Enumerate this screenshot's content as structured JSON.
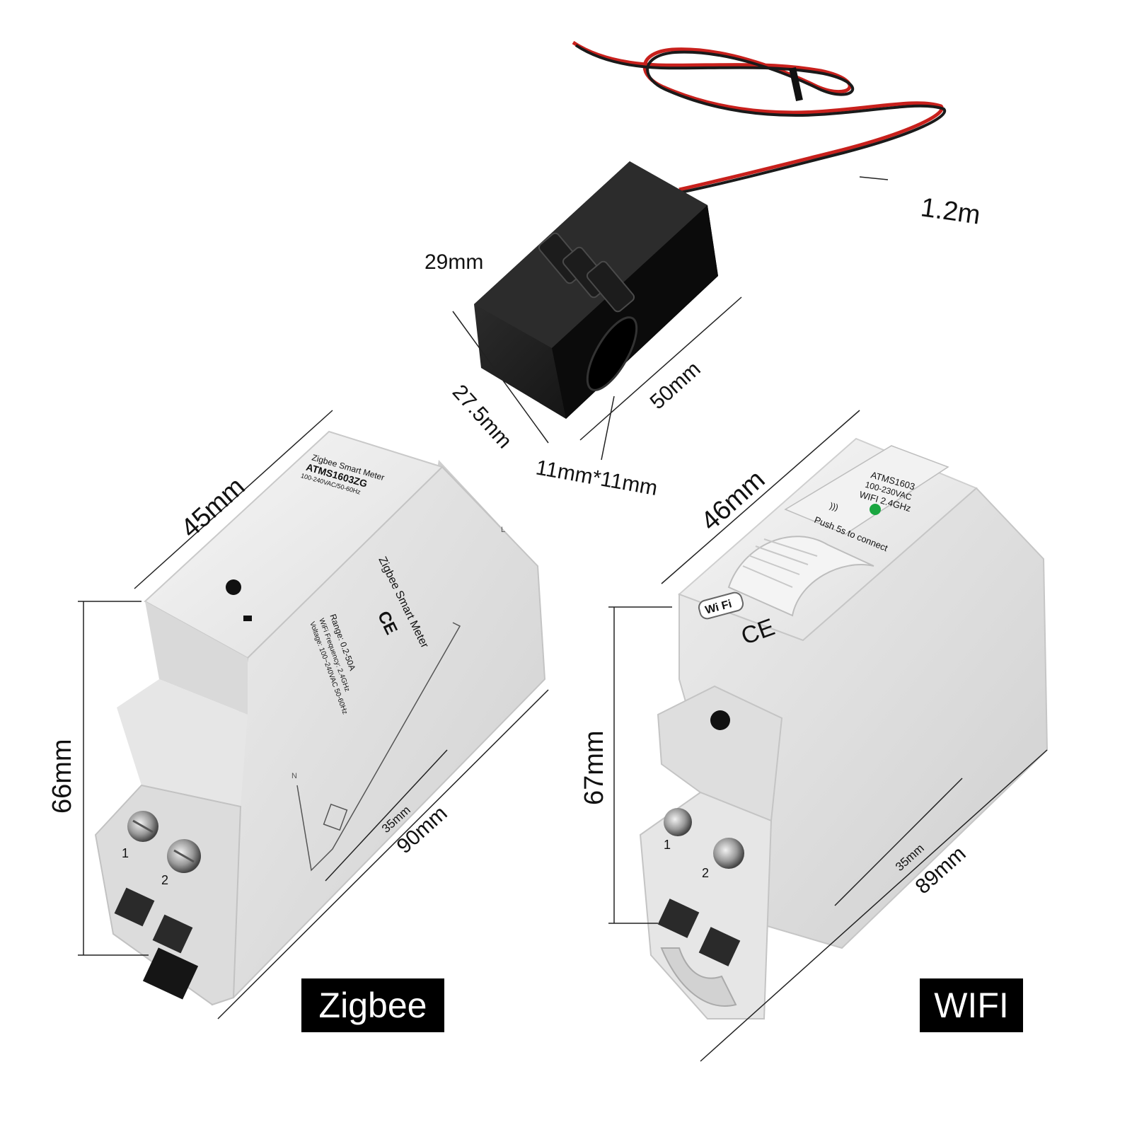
{
  "ct_sensor": {
    "cable_length": "1.2m",
    "height": "29mm",
    "depth": "27.5mm",
    "width": "50mm",
    "aperture": "11mm*11mm",
    "colors": {
      "body": "#121212",
      "wire_red": "#c8201c",
      "wire_black": "#1a1a1a"
    }
  },
  "zigbee_meter": {
    "badge": "Zigbee",
    "width": "45mm",
    "height": "66mm",
    "length": "90mm",
    "rail": "35mm",
    "label_top": {
      "title": "Zigbee Smart Meter",
      "model": "ATMS1603ZG",
      "rating": "100-240VAC/50-60Hz"
    },
    "label_front": {
      "title": "Zigbee Smart Meter",
      "voltage": "Voltage: 100~240VAC 50-60Hz",
      "frequency": "WiFi Frequency: 2.4GHz",
      "range": "Range: 0.2-50A"
    },
    "terminal_1": "1",
    "terminal_2": "2",
    "terminal_n": "N",
    "terminal_l": "L"
  },
  "wifi_meter": {
    "badge": "WIFI",
    "width": "46mm",
    "height": "67mm",
    "length": "89mm",
    "rail": "35mm",
    "label": {
      "model": "ATMS1603",
      "rating": "100-230VAC",
      "wifi": "WIFI 2.4GHz",
      "push": "Push 5s to connect"
    },
    "logo_wifi": "Wi Fi",
    "ce_mark": "CE",
    "terminal_1": "1",
    "terminal_2": "2",
    "colors": {
      "body": "#e4e4e4",
      "led": "#1aa640"
    }
  }
}
